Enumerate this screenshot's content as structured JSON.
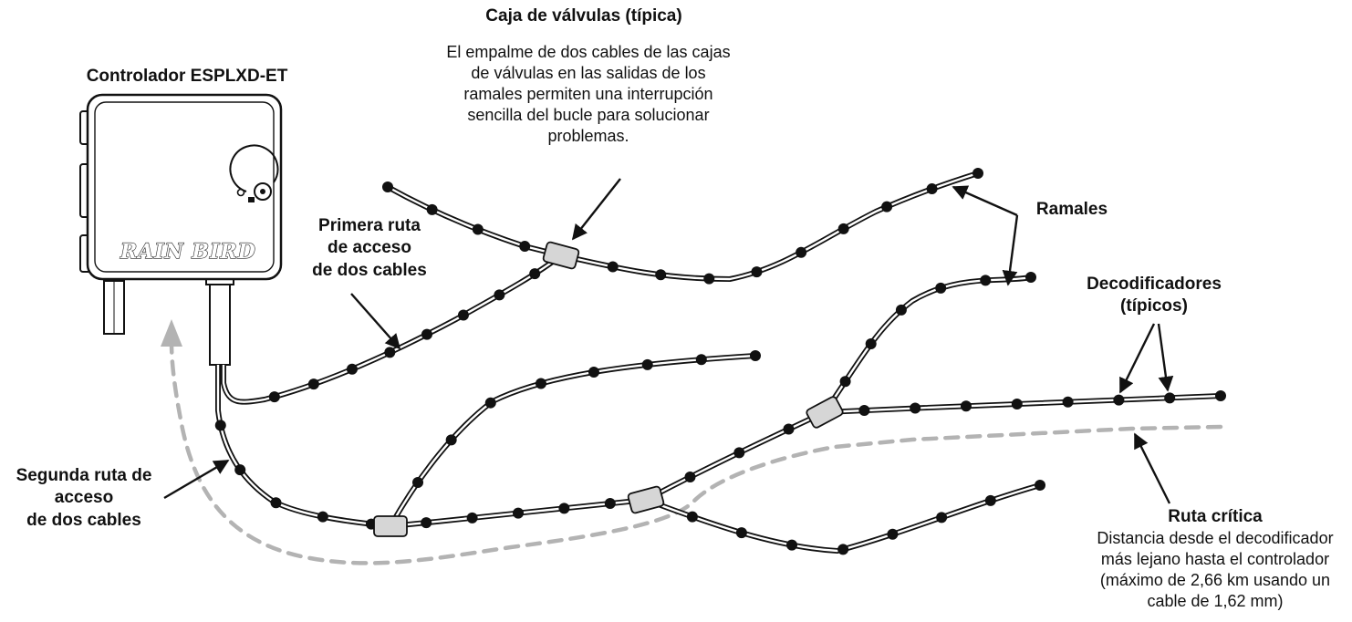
{
  "controller": {
    "title": "Controlador ESPLXD-ET",
    "brand": "RAIN BIRD"
  },
  "valve_box": {
    "title": "Caja de válvulas (típica)",
    "description": "El empalme de dos cables de las cajas de válvulas en las salidas de los ramales permiten una interrupción sencilla del bucle para solucionar problemas."
  },
  "first_path": {
    "line1": "Primera ruta",
    "line2": "de acceso",
    "line3": "de dos cables"
  },
  "second_path": {
    "line1": "Segunda ruta de",
    "line2": "acceso",
    "line3": "de dos cables"
  },
  "branches": {
    "label": "Ramales"
  },
  "decoders": {
    "line1": "Decodificadores",
    "line2": "(típicos)"
  },
  "critical_path": {
    "title": "Ruta crítica",
    "line1": "Distancia desde el decodificador",
    "line2": "más lejano hasta el controlador",
    "line3": "(máximo de 2,66 km usando un",
    "line4": "cable de 1,62 mm)"
  },
  "colors": {
    "wire": "#111111",
    "dashed_path": "#b3b3b3",
    "valve_box_fill": "#d6d6d6"
  }
}
